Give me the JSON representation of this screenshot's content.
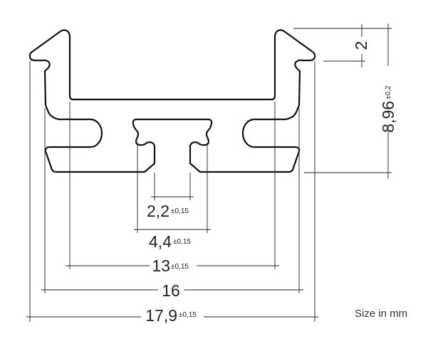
{
  "dimensions": {
    "slot_inner": {
      "value": "2,2",
      "tolerance": "±0,15"
    },
    "slot_outer": {
      "value": "4,4",
      "tolerance": "±0,15"
    },
    "inner_width": {
      "value": "13",
      "tolerance": "±0,15"
    },
    "mid_width": {
      "value": "16"
    },
    "overall_width": {
      "value": "17,9",
      "tolerance": "±0,15"
    },
    "lip_height": {
      "value": "2"
    },
    "overall_height": {
      "value": "8,96",
      "tolerance": "±0,2"
    }
  },
  "units_note": "Size in mm"
}
